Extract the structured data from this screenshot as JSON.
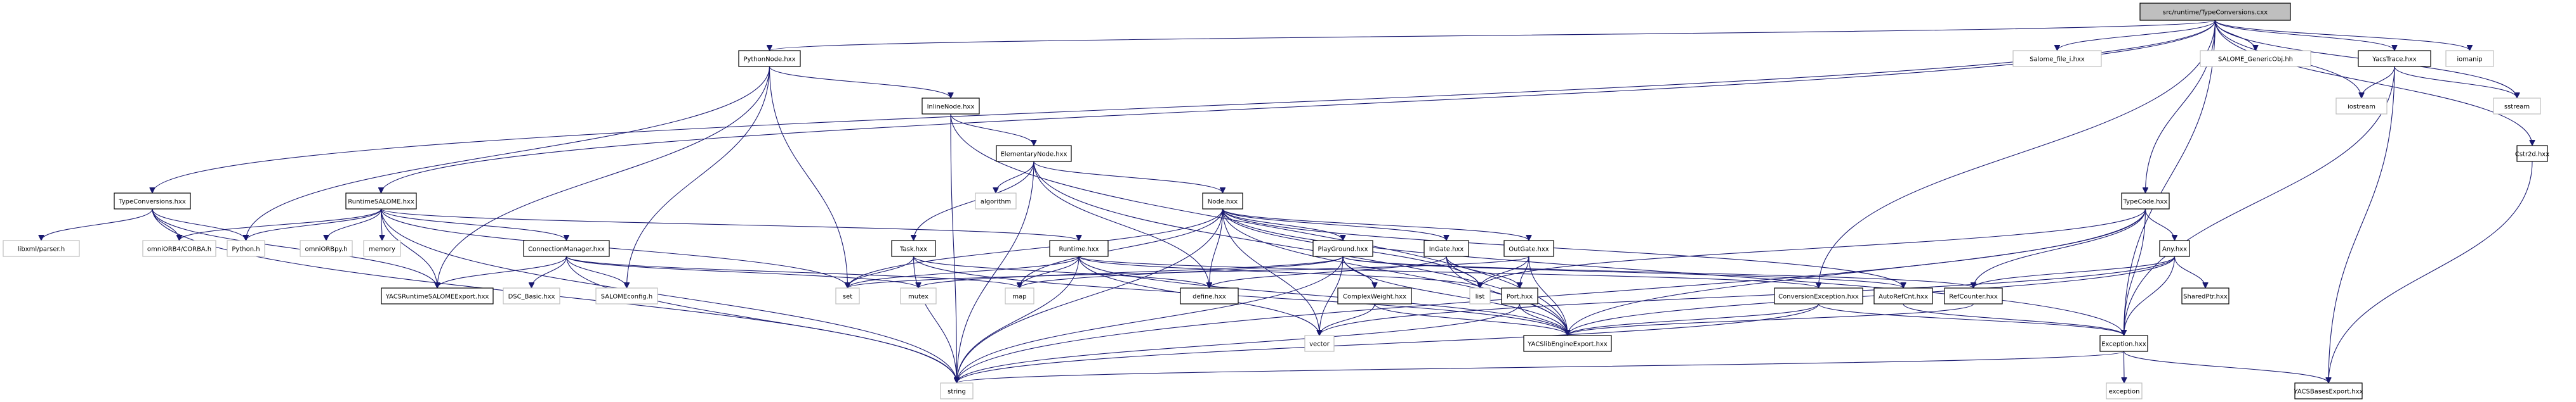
{
  "title": "src/runtime/TypeConversions.cxx include dependency graph",
  "colors": {
    "edge": "#191970",
    "root_fill": "#bfbfbf",
    "internal_border": "#000000",
    "external_border": "#bfbfbf"
  },
  "nodes": [
    {
      "id": "root",
      "label": "src/runtime/TypeConversions.cxx",
      "kind": "root"
    },
    {
      "id": "PythonNode",
      "label": "PythonNode.hxx",
      "kind": "internal"
    },
    {
      "id": "InlineNode",
      "label": "InlineNode.hxx",
      "kind": "internal"
    },
    {
      "id": "ElementaryNode",
      "label": "ElementaryNode.hxx",
      "kind": "internal"
    },
    {
      "id": "algorithm",
      "label": "algorithm",
      "kind": "external"
    },
    {
      "id": "Node",
      "label": "Node.hxx",
      "kind": "internal"
    },
    {
      "id": "TypeConversionsH",
      "label": "TypeConversions.hxx",
      "kind": "internal"
    },
    {
      "id": "RuntimeSALOME",
      "label": "RuntimeSALOME.hxx",
      "kind": "internal"
    },
    {
      "id": "libxml",
      "label": "libxml/parser.h",
      "kind": "external"
    },
    {
      "id": "omniCORBA",
      "label": "omniORB4/CORBA.h",
      "kind": "external"
    },
    {
      "id": "Python",
      "label": "Python.h",
      "kind": "external"
    },
    {
      "id": "omniORBpy",
      "label": "omniORBpy.h",
      "kind": "external"
    },
    {
      "id": "memory",
      "label": "memory",
      "kind": "external"
    },
    {
      "id": "ConnectionManager",
      "label": "ConnectionManager.hxx",
      "kind": "internal"
    },
    {
      "id": "YACSRuntimeSALOMEExport",
      "label": "YACSRuntimeSALOMEExport.hxx",
      "kind": "internal"
    },
    {
      "id": "DSC_Basic",
      "label": "DSC_Basic.hxx",
      "kind": "external"
    },
    {
      "id": "SALOMEconfig",
      "label": "SALOMEconfig.h",
      "kind": "external"
    },
    {
      "id": "Task",
      "label": "Task.hxx",
      "kind": "internal"
    },
    {
      "id": "Runtime",
      "label": "Runtime.hxx",
      "kind": "internal"
    },
    {
      "id": "set",
      "label": "set",
      "kind": "external"
    },
    {
      "id": "mutex",
      "label": "mutex",
      "kind": "external"
    },
    {
      "id": "map",
      "label": "map",
      "kind": "external"
    },
    {
      "id": "define",
      "label": "define.hxx",
      "kind": "internal"
    },
    {
      "id": "string",
      "label": "string",
      "kind": "external"
    },
    {
      "id": "PlayGround",
      "label": "PlayGround.hxx",
      "kind": "internal"
    },
    {
      "id": "ComplexWeight",
      "label": "ComplexWeight.hxx",
      "kind": "internal"
    },
    {
      "id": "vector",
      "label": "vector",
      "kind": "external"
    },
    {
      "id": "InGate",
      "label": "InGate.hxx",
      "kind": "internal"
    },
    {
      "id": "OutGate",
      "label": "OutGate.hxx",
      "kind": "internal"
    },
    {
      "id": "list",
      "label": "list",
      "kind": "external"
    },
    {
      "id": "Port",
      "label": "Port.hxx",
      "kind": "internal"
    },
    {
      "id": "YACSlibEngineExport",
      "label": "YACSlibEngineExport.hxx",
      "kind": "internal"
    },
    {
      "id": "ConversionException",
      "label": "ConversionException.hxx",
      "kind": "internal"
    },
    {
      "id": "AutoRefCnt",
      "label": "AutoRefCnt.hxx",
      "kind": "internal"
    },
    {
      "id": "RefCounter",
      "label": "RefCounter.hxx",
      "kind": "internal"
    },
    {
      "id": "Exception",
      "label": "Exception.hxx",
      "kind": "internal"
    },
    {
      "id": "exception",
      "label": "exception",
      "kind": "external"
    },
    {
      "id": "YACSBasesExport",
      "label": "YACSBasesExport.hxx",
      "kind": "internal"
    },
    {
      "id": "TypeCode",
      "label": "TypeCode.hxx",
      "kind": "internal"
    },
    {
      "id": "Any",
      "label": "Any.hxx",
      "kind": "internal"
    },
    {
      "id": "SharedPtr",
      "label": "SharedPtr.hxx",
      "kind": "internal"
    },
    {
      "id": "Salome_file_i",
      "label": "Salome_file_i.hxx",
      "kind": "external"
    },
    {
      "id": "SALOME_GenericObj",
      "label": "SALOME_GenericObj.hh",
      "kind": "external"
    },
    {
      "id": "YacsTrace",
      "label": "YacsTrace.hxx",
      "kind": "internal"
    },
    {
      "id": "iomanip",
      "label": "iomanip",
      "kind": "external"
    },
    {
      "id": "iostream",
      "label": "iostream",
      "kind": "external"
    },
    {
      "id": "sstream",
      "label": "sstream",
      "kind": "external"
    },
    {
      "id": "Cstr2d",
      "label": "Cstr2d.hxx",
      "kind": "internal"
    }
  ],
  "edges": [
    [
      "root",
      "PythonNode"
    ],
    [
      "root",
      "TypeConversionsH"
    ],
    [
      "root",
      "RuntimeSALOME"
    ],
    [
      "root",
      "TypeCode"
    ],
    [
      "root",
      "Salome_file_i"
    ],
    [
      "root",
      "SALOME_GenericObj"
    ],
    [
      "root",
      "YacsTrace"
    ],
    [
      "root",
      "iomanip"
    ],
    [
      "root",
      "iostream"
    ],
    [
      "root",
      "sstream"
    ],
    [
      "root",
      "Cstr2d"
    ],
    [
      "root",
      "ConversionException"
    ],
    [
      "root",
      "Exception"
    ],
    [
      "PythonNode",
      "InlineNode"
    ],
    [
      "PythonNode",
      "Python"
    ],
    [
      "PythonNode",
      "YACSRuntimeSALOMEExport"
    ],
    [
      "PythonNode",
      "SALOMEconfig"
    ],
    [
      "PythonNode",
      "set"
    ],
    [
      "InlineNode",
      "ElementaryNode"
    ],
    [
      "InlineNode",
      "string"
    ],
    [
      "InlineNode",
      "YACSlibEngineExport"
    ],
    [
      "ElementaryNode",
      "algorithm"
    ],
    [
      "ElementaryNode",
      "Node"
    ],
    [
      "ElementaryNode",
      "Task"
    ],
    [
      "ElementaryNode",
      "define"
    ],
    [
      "ElementaryNode",
      "string"
    ],
    [
      "ElementaryNode",
      "YACSlibEngineExport"
    ],
    [
      "Node",
      "PlayGround"
    ],
    [
      "Node",
      "InGate"
    ],
    [
      "Node",
      "OutGate"
    ],
    [
      "Node",
      "set"
    ],
    [
      "Node",
      "map"
    ],
    [
      "Node",
      "string"
    ],
    [
      "Node",
      "vector"
    ],
    [
      "Node",
      "list"
    ],
    [
      "Node",
      "define"
    ],
    [
      "Node",
      "Exception"
    ],
    [
      "Node",
      "YACSlibEngineExport"
    ],
    [
      "Node",
      "AutoRefCnt"
    ],
    [
      "TypeConversionsH",
      "libxml"
    ],
    [
      "TypeConversionsH",
      "omniCORBA"
    ],
    [
      "TypeConversionsH",
      "Python"
    ],
    [
      "TypeConversionsH",
      "YACSRuntimeSALOMEExport"
    ],
    [
      "TypeConversionsH",
      "string"
    ],
    [
      "RuntimeSALOME",
      "omniCORBA"
    ],
    [
      "RuntimeSALOME",
      "Python"
    ],
    [
      "RuntimeSALOME",
      "omniORBpy"
    ],
    [
      "RuntimeSALOME",
      "memory"
    ],
    [
      "RuntimeSALOME",
      "ConnectionManager"
    ],
    [
      "RuntimeSALOME",
      "YACSRuntimeSALOMEExport"
    ],
    [
      "RuntimeSALOME",
      "Runtime"
    ],
    [
      "RuntimeSALOME",
      "set"
    ],
    [
      "RuntimeSALOME",
      "string"
    ],
    [
      "ConnectionManager",
      "YACSRuntimeSALOMEExport"
    ],
    [
      "ConnectionManager",
      "DSC_Basic"
    ],
    [
      "ConnectionManager",
      "SALOMEconfig"
    ],
    [
      "ConnectionManager",
      "map"
    ],
    [
      "ConnectionManager",
      "mutex"
    ],
    [
      "ConnectionManager",
      "string"
    ],
    [
      "Task",
      "set"
    ],
    [
      "Task",
      "string"
    ],
    [
      "Task",
      "define"
    ],
    [
      "Task",
      "YACSlibEngineExport"
    ],
    [
      "Runtime",
      "set"
    ],
    [
      "Runtime",
      "map"
    ],
    [
      "Runtime",
      "string"
    ],
    [
      "Runtime",
      "vector"
    ],
    [
      "Runtime",
      "list"
    ],
    [
      "Runtime",
      "YACSlibEngineExport"
    ],
    [
      "Runtime",
      "ConversionException"
    ],
    [
      "PlayGround",
      "ComplexWeight"
    ],
    [
      "PlayGround",
      "vector"
    ],
    [
      "PlayGround",
      "map"
    ],
    [
      "PlayGround",
      "string"
    ],
    [
      "PlayGround",
      "mutex"
    ],
    [
      "PlayGround",
      "YACSlibEngineExport"
    ],
    [
      "PlayGround",
      "RefCounter"
    ],
    [
      "PlayGround",
      "AutoRefCnt"
    ],
    [
      "ComplexWeight",
      "vector"
    ],
    [
      "ComplexWeight",
      "YACSlibEngineExport"
    ],
    [
      "InGate",
      "list"
    ],
    [
      "InGate",
      "Port"
    ],
    [
      "InGate",
      "YACSlibEngineExport"
    ],
    [
      "InGate",
      "define"
    ],
    [
      "OutGate",
      "list"
    ],
    [
      "OutGate",
      "Port"
    ],
    [
      "OutGate",
      "YACSlibEngineExport"
    ],
    [
      "OutGate",
      "set"
    ],
    [
      "Port",
      "YACSlibEngineExport"
    ],
    [
      "Port",
      "string"
    ],
    [
      "ConversionException",
      "Exception"
    ],
    [
      "ConversionException",
      "string"
    ],
    [
      "ConversionException",
      "YACSlibEngineExport"
    ],
    [
      "AutoRefCnt",
      "Exception"
    ],
    [
      "RefCounter",
      "YACSlibEngineExport"
    ],
    [
      "Exception",
      "exception"
    ],
    [
      "Exception",
      "string"
    ],
    [
      "Exception",
      "YACSBasesExport"
    ],
    [
      "TypeCode",
      "Any"
    ],
    [
      "TypeCode",
      "RefCounter"
    ],
    [
      "TypeCode",
      "Exception"
    ],
    [
      "TypeCode",
      "YACSlibEngineExport"
    ],
    [
      "TypeCode",
      "list"
    ],
    [
      "TypeCode",
      "string"
    ],
    [
      "Any",
      "SharedPtr"
    ],
    [
      "Any",
      "RefCounter"
    ],
    [
      "Any",
      "Exception"
    ],
    [
      "Any",
      "YACSlibEngineExport"
    ],
    [
      "Any",
      "vector"
    ],
    [
      "YacsTrace",
      "iostream"
    ],
    [
      "YacsTrace",
      "sstream"
    ],
    [
      "YacsTrace",
      "Exception"
    ],
    [
      "YacsTrace",
      "YACSBasesExport"
    ],
    [
      "Cstr2d",
      "YACSBasesExport"
    ]
  ]
}
